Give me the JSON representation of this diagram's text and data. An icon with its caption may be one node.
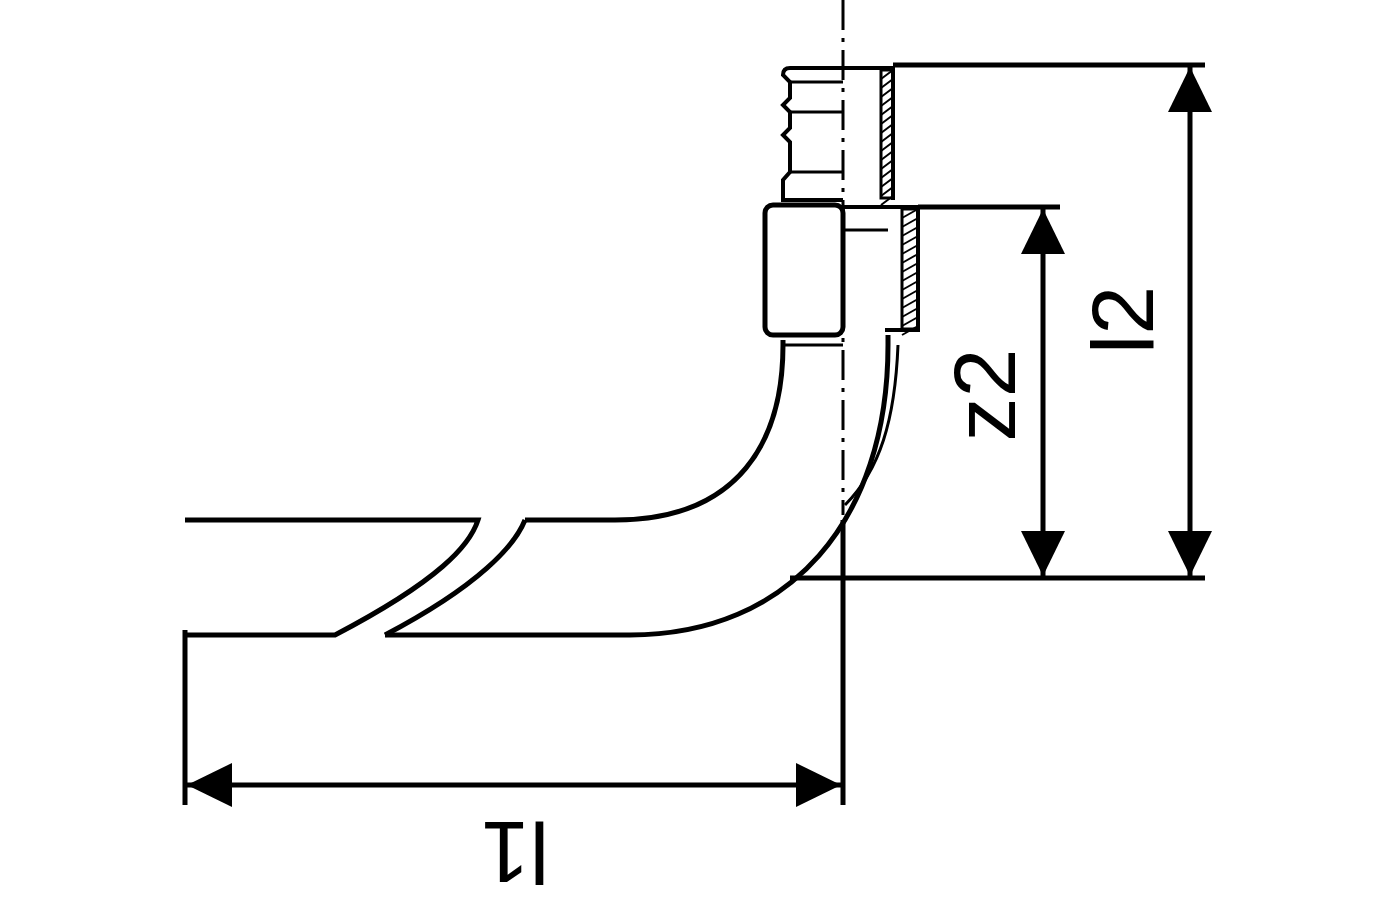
{
  "diagram": {
    "labels": [
      "z2",
      "l2",
      "l1"
    ]
  }
}
